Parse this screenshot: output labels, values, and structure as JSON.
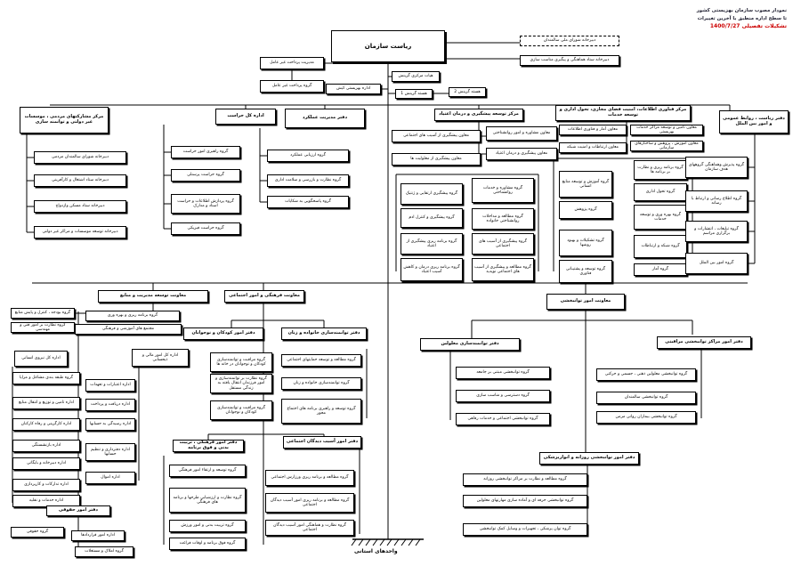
{
  "title": {
    "line1": "نمودار مصوب سازمان بهزیستی کشور",
    "line2": "تا سطح اداره منطبق با آخرین تغییرات",
    "line3": "تشکیلات تفصیلی 1400/7/27"
  },
  "top": {
    "head": "ریاست سازمان",
    "national_council": "دبیرخانه شورای ملی سالمندان",
    "hq_secretariat": "دبیرخانه ستاد هماهنگی و پیگیری مناسب سازی",
    "fin_mgmt": "مدیریت پرداخت غیر عامل",
    "non_agent_payment": "گروه پرداخت غیر عامل",
    "boards": "هیات مرکزی گزینش",
    "welfare_chief": "اداره بهزیستی کیش",
    "boards_1": "هسته گزینش 1",
    "boards_2": "هسته گزینش 2"
  },
  "upper": {
    "participation": "مرکز مشارکتهای مردمی ، موسسات غیر دولتی و توانمند سازی",
    "participation_items": [
      "دبیرخانه شورای سالمندان مردمی",
      "دبیرخانه ستاد اشتغال و کارآفرینی",
      "دبیرخانه ستاد مسکن وازدواج",
      "دبیرخانه توسعه موسسات و مراکز غیر دولتی"
    ],
    "security": "اداره کل حراست",
    "security_items": [
      "گروه راهبری امور حراست",
      "گروه حراست پرسنلی",
      "گروه پردازش اطلاعات و حراست اسناد و مدارک",
      "گروه حراست فیزیکی"
    ],
    "performance": "دفتر مدیریت عملکرد",
    "performance_items": [
      "گروه ارزیابی عملکرد",
      "گروه نظارت و بازرسی و سلامت اداری",
      "گروه پاسخگویی به شکایات"
    ],
    "addiction": "مرکز توسعه پیشگیری و درمان اعتیاد",
    "addiction_deputy": [
      "معاون پیشگیری از آسیب های اجتماعی",
      "معاون پیشگیری از معلولیت ها",
      "معاون مشاوره و امور روانشناختی",
      "معاون پیشگیری و درمان اعتیاد"
    ],
    "addiction_groups": [
      "گروه پیشگیری ارتقایی و ژنتیک",
      "گروه پیشگیری و کنترل ادم",
      "گروه برنامه ریزی پیشگیری از اعتیاد",
      "گروه برنامه ریزی درمان و کاهش آسیب اعتیاد",
      "گروه مشاوره و خدمات روانشناختی",
      "گروه مطالعه و مداخلات روانشناختی خانواده",
      "گروه پیشگیری از آسیب های اجتماعی",
      "گروه مطالعه و پیشگیری از آسیب های اجتماعی نوپدید"
    ],
    "it_center": "مرکز فناوری اطلاعات، امنیت فضای مجازی، تحول اداری و توسعه خدمات",
    "it_deputy": [
      "معاون آمار و فناوری اطلاعات",
      "معاون ارتباطات و امنیت شبکه",
      "معاون تامین و توسعه مراکز خدمات بهزیستی",
      "معاون آموزش ، پژوهش و ساختارهای سازمانی"
    ],
    "it_groups": [
      "گروه آموزش و توسعه منابع انسانی",
      "گروه پژوهش",
      "گروه تشکیلات و بهبود روشها",
      "گروه توسعه و پشتیبانی فناوری",
      "گروه برنامه ریزی و نظارت بر برنامه ها",
      "گروه تحول اداری",
      "گروه بهره وری و توسعه خدمات",
      "گروه شبکه و ارتباطات",
      "گروه آمار"
    ],
    "pr": "دفتر ریاست ، روابط عمومی و امور بین الملل",
    "pr_items": [
      "گروه پذیرش وهماهنگی گروههای هدف سازمان",
      "گروه اطلاع رسانی و ارتباط با رسانه",
      "گروه تبلیغات ، انتشارات و برگزاری مراسم",
      "گروه امور بین الملل"
    ]
  },
  "lower": {
    "resources": "معاونت توسعه مدیریت و منابع",
    "resources_items": [
      "گروه بودجه ، کنترل و پایش منابع",
      "گروه نظارت بر امور فنی و مهندسی",
      "گروه برنامه ریزی و بهره وری",
      "مجتمع های آموزشی و فرهنگی",
      "اداره کل نیروی انسانی",
      "اداره کل امور مالی و ذیحسابی"
    ],
    "hr_items": [
      "گروه طبقه بندی مشاغل و مزایا",
      "اداره تامین و توزیع و انتقال منابع",
      "اداره کارگزینی و رفاه کارکنان",
      "اداره بازنشستگی",
      "اداره دبیرخانه و بایگانی",
      "اداره تدارکات و کارپردازی",
      "اداره خدمات و نقلیه"
    ],
    "finance_items": [
      "اداره اعتبارات و تعهدات",
      "اداره دریافت و پرداخت",
      "اداره رسیدگی به حسابها",
      "اداره دفترداری و تنظیم حسابها",
      "اداره اموال"
    ],
    "legal": "دفتر امور حقوقی",
    "legal_items": [
      "گروه حقوقی",
      "اداره امور قراردادها",
      "گروه املاک و مستغلات"
    ],
    "cultural": "معاونت فرهنگی و امور اجتماعی",
    "child": "دفتر امور کودکان و نوجوانان",
    "child_items": [
      "گروه مراقبت و توانمندسازی کودکان و نوجوانان در خانه ها",
      "گروه نظارت بر توانمندسازی و امور فرزندان انتقال یافته به زندگی مستقل",
      "گروه مراقبت و توانمندسازی کودکان و نوجوانان"
    ],
    "family": "دفتر توانمندسازی خانواده و زنان",
    "family_items": [
      "گروه مطالعه و توسعه حمایتهای اجتماعی",
      "گروه توانمندسازی خانواده و زنان",
      "گروه توسعه و راهبری برنامه های اجتماع محور"
    ],
    "education": "دفتر امور فرهنگی ، تربیت بدنی و فوق برنامه",
    "education_items": [
      "گروه توسعه و ارتقاء امور فرهنگی",
      "گروه نظارت و ارزشیابی طرحها و برنامه های فرهنگی",
      "گروه تربیت بدنی و امور ورزش",
      "گروه فوق برنامه و اوقات فراغت"
    ],
    "harm": "دفتر امور آسیب دیدگان اجتماعی",
    "harm_items": [
      "گروه مطالعه و برنامه ریزی ورزارس اجتماعی",
      "گروه مطالعه و برنامه ریزی امور آسیب دیدگان اجتماعی",
      "گروه نظارت و هماهنگی امور آسیب دیدگان اجتماعی"
    ],
    "rehab": "معاونت امور توانبخشی",
    "disabled": "دفتر توانمندسازی معلولین",
    "disabled_items": [
      "گروه توانبخشی مبتنی بر جامعه",
      "گروه دسترسی و مناسب سازی",
      "گروه توانبخشی اجتماعی و خدمات رفاهی"
    ],
    "centers": "دفتر امور مراکز توانبخشی مراقبتی",
    "centers_items": [
      "گروه توانبخشی معلولین ذهنی ، جسمی و حرکتی",
      "گروه توانبخشی سالمندان",
      "گروه توانبخشی بیماران روانی مزمن"
    ],
    "daily": "دفتر امور توانبخشی روزانه و انواریزشکی",
    "daily_items": [
      "گروه مطالعه و نظارت بر مراکز توانبخشی روزانه",
      "گروه توانبخشی حرفه ای و آماده سازی مهارتهای معلولین",
      "گروه توان پزشکی ، تجهیزات و وسایل کمک توانبخشی"
    ],
    "provincial": "واحدهای استانی"
  }
}
